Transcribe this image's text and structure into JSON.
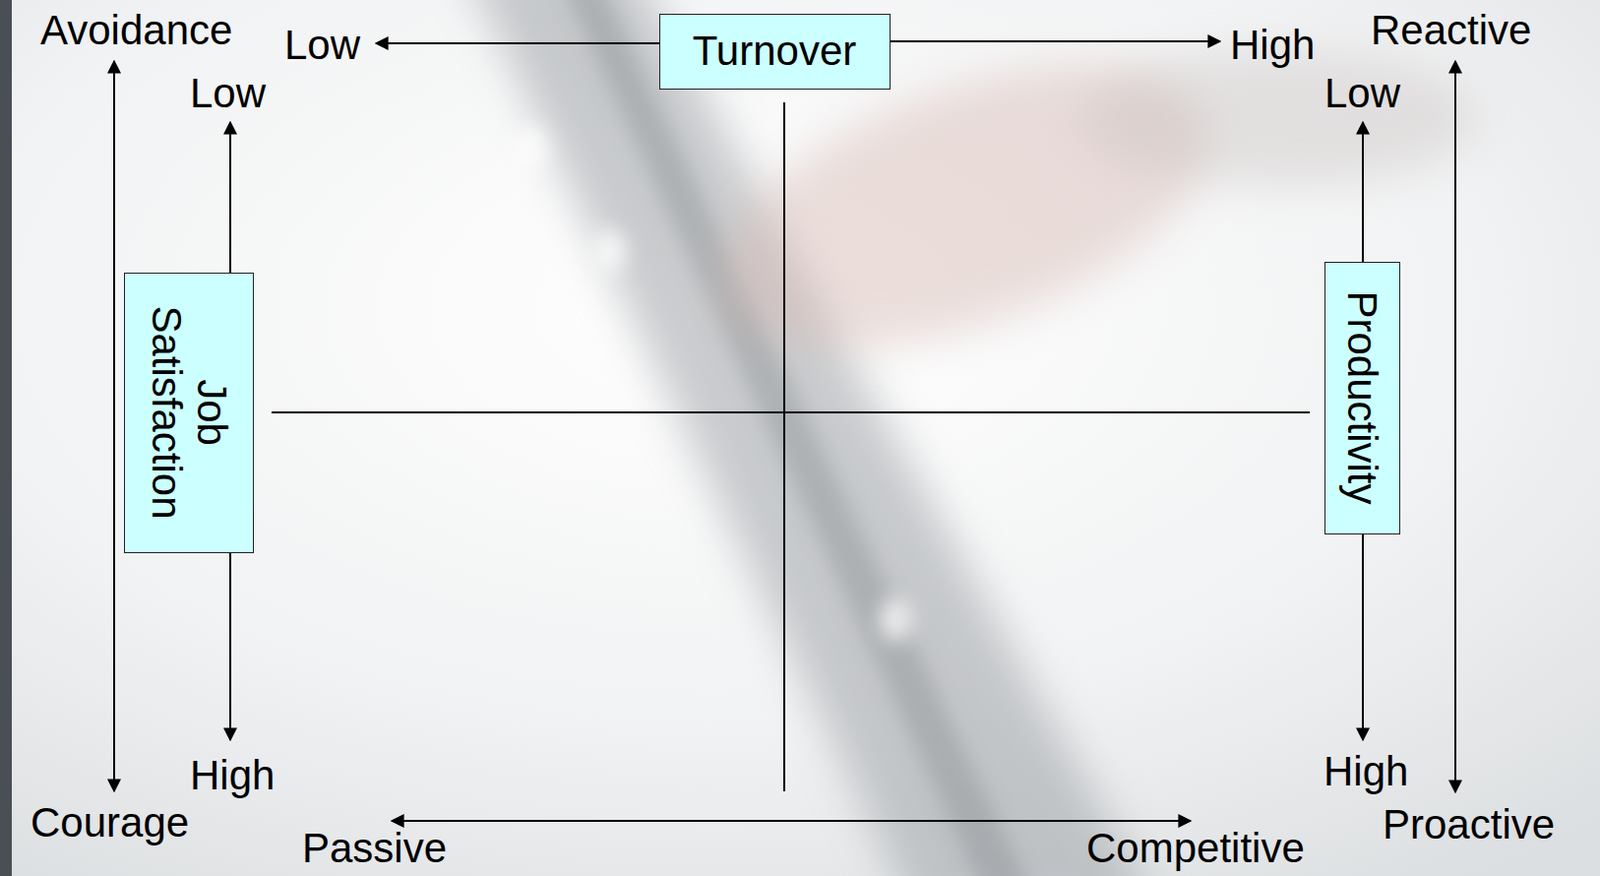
{
  "diagram": {
    "nodes": [
      {
        "text": [
          "Turnover"
        ]
      },
      {
        "text": [
          "Job Satisfaction"
        ]
      },
      {
        "text": [
          "Productivity"
        ]
      }
    ],
    "labels": [
      "Avoidance",
      "Low",
      "High",
      "Reactive",
      "Low",
      "Low",
      "High",
      "High",
      "Courage",
      "Proactive",
      "Passive",
      "Competitive"
    ]
  }
}
